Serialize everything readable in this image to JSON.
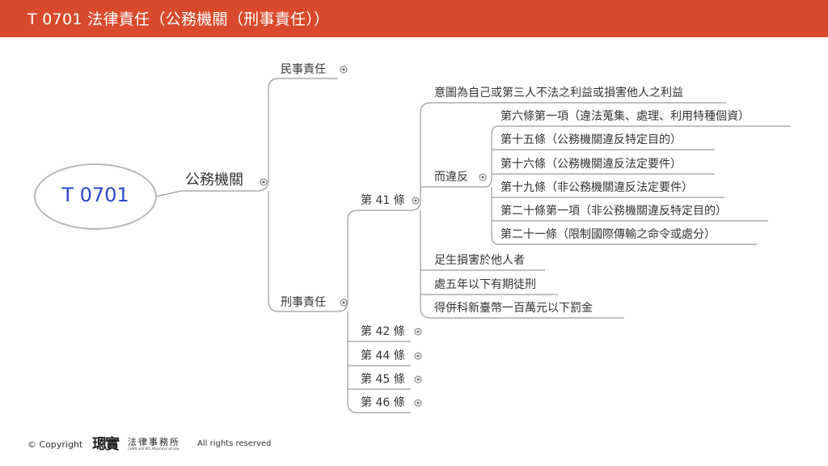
{
  "header": {
    "title": "T 0701 法律責任（公務機關（刑事責任））"
  },
  "diagram": {
    "root": "T 0701",
    "n_public": "公務機關",
    "n_civil": "民事責任",
    "n_criminal": "刑事責任",
    "n_art41": "第 41 條",
    "n_art42": "第 42 條",
    "n_art44": "第 44 條",
    "n_art45": "第 45 條",
    "n_art46": "第 46 條",
    "n_intent": "意圖為自己或第三人不法之利益或損害他人之利益",
    "n_violate": "而違反",
    "v1": "第六條第一項（違法蒐集、處理、利用特種個資）",
    "v2": "第十五條（公務機關違反特定目的）",
    "v3": "第十六條（公務機關違反法定要件）",
    "v4": "第十九條（非公務機關違反法定要件）",
    "v5": "第二十條第一項（非公務機關違反特定目的）",
    "v6": "第二十一條（限制國際傳輸之命令或處分）",
    "n_damage": "足生損害於他人者",
    "n_prison": "處五年以下有期徒刑",
    "n_fine": "得併科新臺幣一百萬元以下罰金"
  },
  "footer": {
    "copyright": "© Copyright",
    "logo_main": "𤨒實",
    "logo_zh": "法律事務所",
    "logo_en": "CHEN and WU Attorneys-at-Law",
    "rights": "All rights reserved"
  },
  "colors": {
    "header": "#d84a2b",
    "root_text": "#2a47c8",
    "line": "#9a9a9a"
  }
}
